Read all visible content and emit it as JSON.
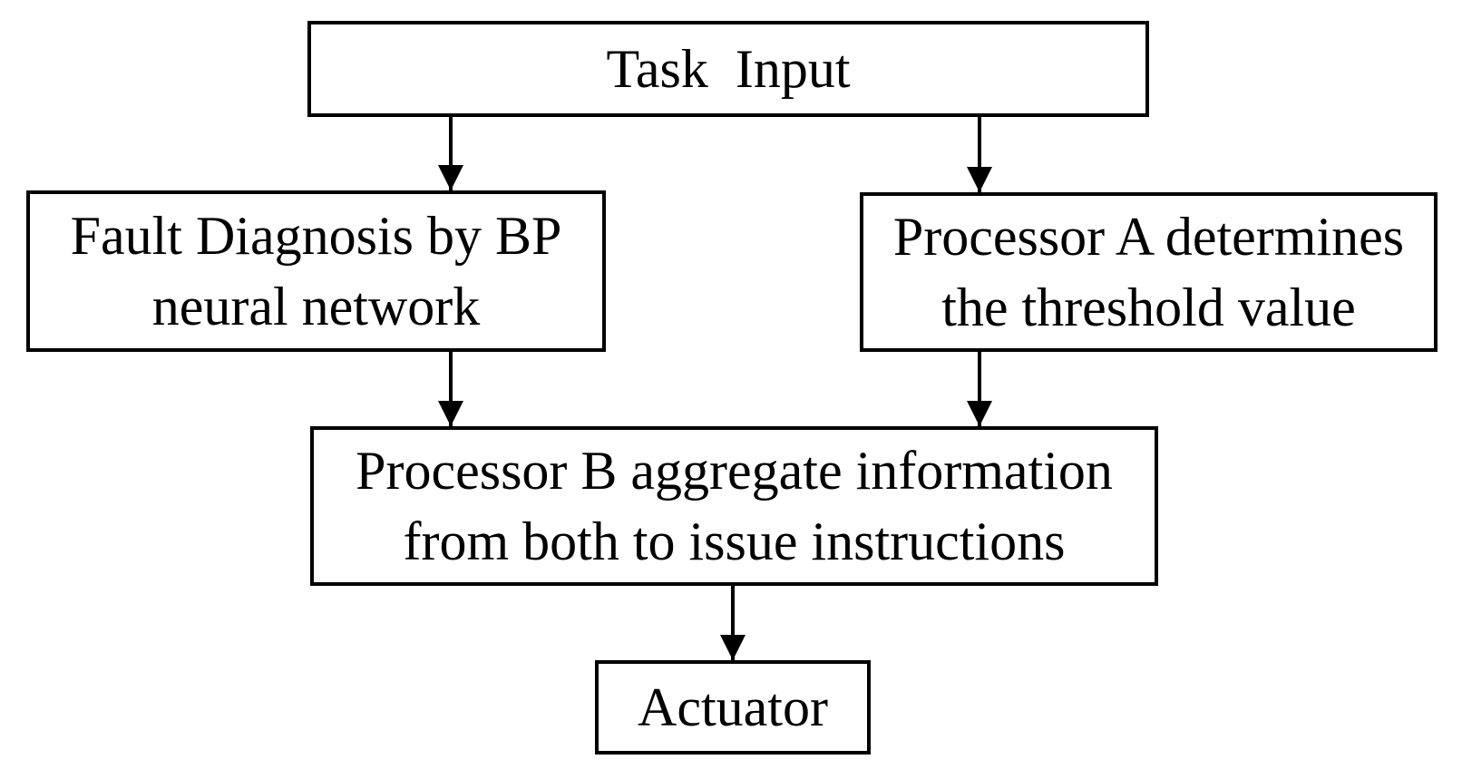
{
  "diagram": {
    "background_color": "#ffffff",
    "line_color": "#000000",
    "text_color": "#000000",
    "nodes": {
      "task_input": {
        "lines": [
          "Task  Input"
        ]
      },
      "fault_diagnosis": {
        "lines": [
          "Fault Diagnosis by BP",
          "neural network"
        ]
      },
      "processor_a": {
        "lines": [
          "Processor A determines",
          "the threshold value"
        ]
      },
      "processor_b": {
        "lines": [
          "Processor B aggregate information",
          "from both to issue instructions"
        ]
      },
      "actuator": {
        "lines": [
          "Actuator"
        ]
      }
    }
  }
}
